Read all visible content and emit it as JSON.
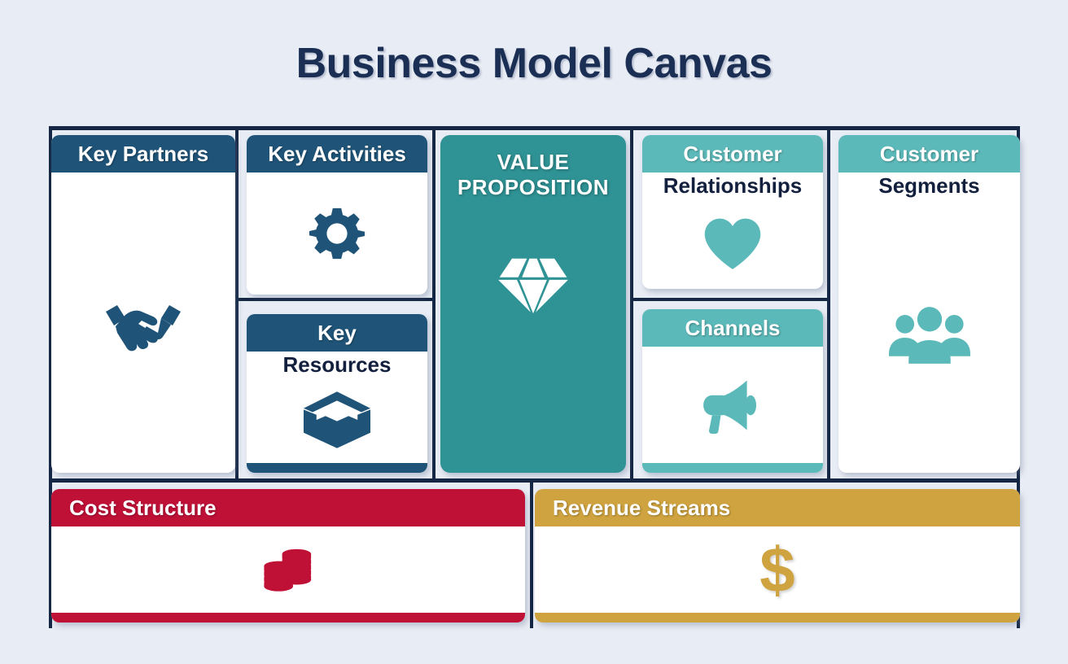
{
  "page": {
    "title": "Business Model Canvas",
    "background_color": "#e8ecf4",
    "frame_color": "#152744"
  },
  "colors": {
    "navy_header": "#1f5478",
    "navy_text": "#121f3d",
    "teal_light": "#5cb9b9",
    "teal_solid": "#2f9294",
    "crimson": "#bf1036",
    "gold": "#cfa33f",
    "card_white": "#ffffff"
  },
  "blocks": {
    "key_partners": {
      "title": "Key Partners",
      "icon": "handshake-icon",
      "header_color": "#1f5478",
      "icon_color": "#1f5478"
    },
    "key_activities": {
      "title": "Key Activities",
      "icon": "gear-icon",
      "header_color": "#1f5478",
      "icon_color": "#1f5478"
    },
    "key_resources": {
      "title_line1": "Key",
      "title_line2": "Resources",
      "icon": "box-icon",
      "header_color": "#1f5478",
      "icon_color": "#1f5478"
    },
    "value_proposition": {
      "title_line1": "VALUE",
      "title_line2": "PROPOSITION",
      "icon": "diamond-icon",
      "panel_color": "#2f9294",
      "icon_color": "#ffffff"
    },
    "customer_relationships": {
      "title_line1": "Customer",
      "title_line2": "Relationships",
      "icon": "heart-icon",
      "header_color": "#5cb9b9",
      "icon_color": "#5cb9b9"
    },
    "channels": {
      "title": "Channels",
      "icon": "megaphone-icon",
      "header_color": "#5cb9b9",
      "icon_color": "#5cb9b9"
    },
    "customer_segments": {
      "title_line1": "Customer",
      "title_line2": "Segments",
      "icon": "people-group-icon",
      "header_color": "#5cb9b9",
      "icon_color": "#5cb9b9"
    },
    "cost_structure": {
      "title": "Cost Structure",
      "icon": "coin-stack-icon",
      "header_color": "#bf1036",
      "icon_color": "#bf1036"
    },
    "revenue_streams": {
      "title": "Revenue Streams",
      "icon": "dollar-sign-icon",
      "symbol": "$",
      "header_color": "#cfa33f",
      "icon_color": "#cfa33f"
    }
  }
}
